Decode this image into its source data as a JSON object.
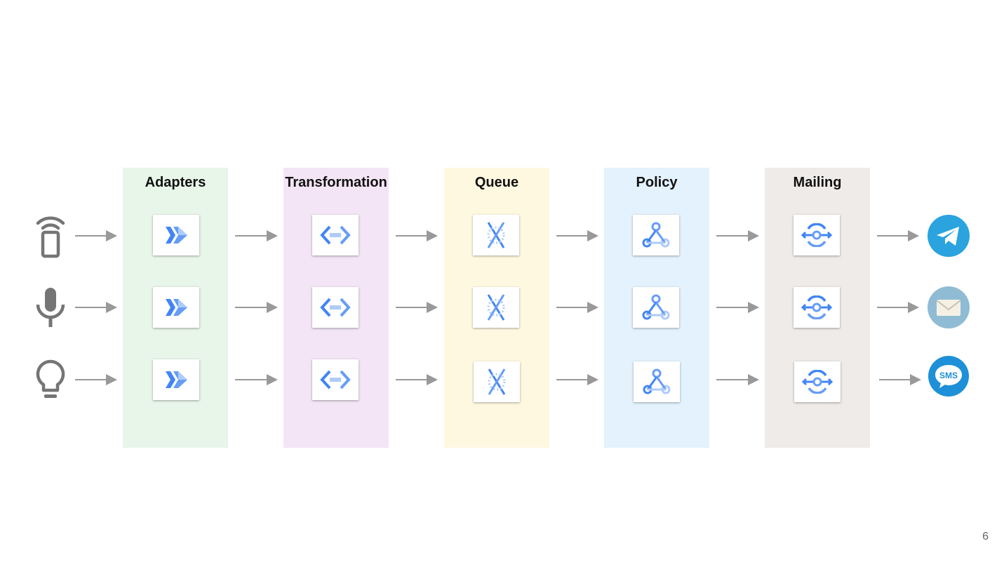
{
  "columns": [
    {
      "title": "Adapters",
      "color": "#e8f5e9",
      "icon": "cloud-run-icon"
    },
    {
      "title": "Transformation",
      "color": "#f3e5f5",
      "icon": "cloud-functions-icon"
    },
    {
      "title": "Queue",
      "color": "#fff8e1",
      "icon": "pubsub-icon"
    },
    {
      "title": "Policy",
      "color": "#e3f2fd",
      "icon": "webhook-icon"
    },
    {
      "title": "Mailing",
      "color": "#efebe9",
      "icon": "api-gateway-icon"
    }
  ],
  "sources": [
    {
      "icon": "mobile-broadcast-icon"
    },
    {
      "icon": "microphone-icon"
    },
    {
      "icon": "lightbulb-icon"
    }
  ],
  "destinations": [
    {
      "icon": "telegram-icon",
      "color": "#2aa3de"
    },
    {
      "icon": "email-icon",
      "color": "#8fbcd4"
    },
    {
      "icon": "sms-icon",
      "color": "#1e90d8",
      "label": "SMS"
    }
  ],
  "page_number": "6",
  "colors": {
    "arrow": "#999999",
    "icon_gray": "#757575",
    "icon_blue": "#4285f4",
    "icon_lightblue": "#aecbfa"
  }
}
